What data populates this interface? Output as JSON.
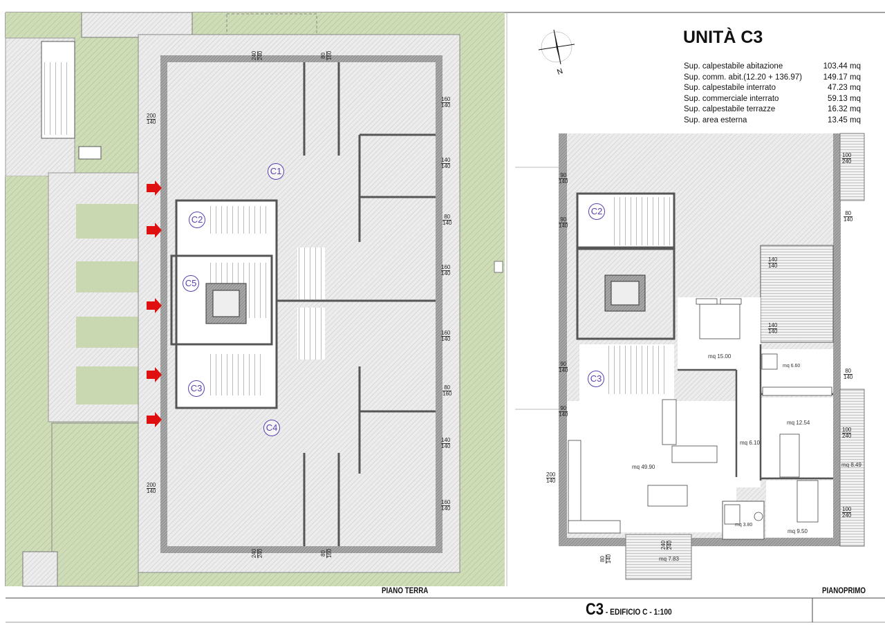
{
  "unit": {
    "title": "UNITÀ C3",
    "surfaces": [
      {
        "label": "Sup. calpestabile abitazione",
        "value": "103.44 mq"
      },
      {
        "label": "Sup. comm. abit.(12.20 + 136.97)",
        "value": "149.17 mq"
      },
      {
        "label": "Sup. calpestabile interrato",
        "value": "47.23 mq"
      },
      {
        "label": "Sup. commerciale interrato",
        "value": "59.13 mq"
      },
      {
        "label": "Sup. calpestabile terrazze",
        "value": "16.32 mq"
      },
      {
        "label": "Sup. area esterna",
        "value": "13.45 mq"
      }
    ]
  },
  "compass": {
    "north_label": "N",
    "icon": "north-arrow-icon"
  },
  "ground_floor": {
    "label": "PIANO TERRA",
    "units": [
      "C1",
      "C2",
      "C5",
      "C3",
      "C4"
    ],
    "dims": [
      [
        "200",
        "140"
      ],
      [
        "240",
        "240"
      ],
      [
        "80",
        "160"
      ],
      [
        "160",
        "140"
      ],
      [
        "140",
        "140"
      ],
      [
        "80",
        "140"
      ],
      [
        "160",
        "140"
      ],
      [
        "160",
        "140"
      ],
      [
        "80",
        "160"
      ],
      [
        "140",
        "140"
      ],
      [
        "160",
        "140"
      ],
      [
        "200",
        "140"
      ],
      [
        "240",
        "240"
      ],
      [
        "80",
        "160"
      ]
    ]
  },
  "first_floor": {
    "label": "PIANOPRIMO",
    "units": [
      "C2",
      "C3"
    ],
    "rooms": [
      "mq 15.00",
      "mq 6.60",
      "mq 12.54",
      "mq 6.10",
      "mq 49.90",
      "mq 3.80",
      "mq 9.50",
      "mq 7.83",
      "mq 8.49"
    ],
    "dims": [
      [
        "90",
        "140"
      ],
      [
        "90",
        "140"
      ],
      [
        "90",
        "140"
      ],
      [
        "90",
        "140"
      ],
      [
        "200",
        "140"
      ],
      [
        "100",
        "240"
      ],
      [
        "80",
        "140"
      ],
      [
        "140",
        "140"
      ],
      [
        "140",
        "140"
      ],
      [
        "80",
        "140"
      ],
      [
        "100",
        "240"
      ],
      [
        "100",
        "240"
      ],
      [
        "240",
        "240"
      ],
      [
        "80",
        "140"
      ]
    ]
  },
  "title_block": {
    "code": "C3",
    "subtitle": " - EDIFICIO C - 1:100"
  },
  "colors": {
    "lawn": "#c9d8b0",
    "wall": "#9a9a9a",
    "floor_hatch": "#bdbdbd",
    "unit_tag": "#5a3fb0",
    "arrow": "#e01010"
  }
}
